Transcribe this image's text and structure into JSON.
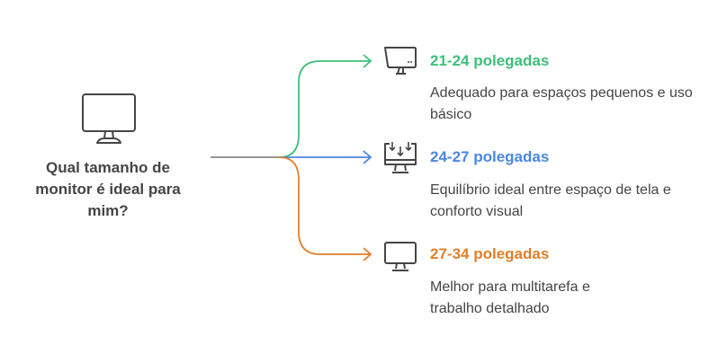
{
  "question": "Qual tamanho de monitor é ideal para mim?",
  "options": [
    {
      "title": "21-24 polegadas",
      "description": "Adequado para espaços pequenos e uso básico",
      "color": "#3cbf7a",
      "icon": "monitor-angled-icon"
    },
    {
      "title": "24-27 polegadas",
      "description": "Equilíbrio ideal entre espaço de tela e conforto visual",
      "color": "#4a86e0",
      "icon": "monitor-download-icon"
    },
    {
      "title": "27-34 polegadas",
      "description": "Melhor para multitarefa e trabalho detalhado",
      "color": "#e07f2a",
      "icon": "monitor-icon"
    }
  ]
}
